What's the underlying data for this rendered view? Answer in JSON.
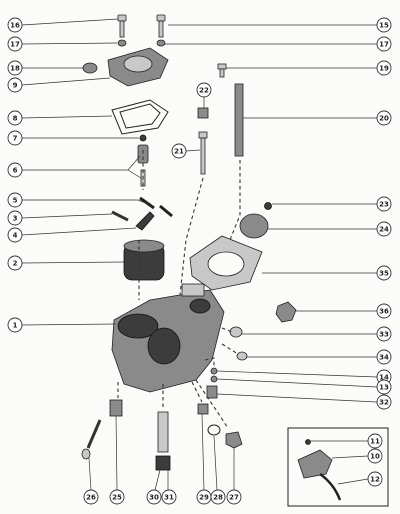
{
  "callouts": [
    {
      "id": "c16",
      "label": "16"
    },
    {
      "id": "c17a",
      "label": "17"
    },
    {
      "id": "c18",
      "label": "18"
    },
    {
      "id": "c9",
      "label": "9"
    },
    {
      "id": "c8",
      "label": "8"
    },
    {
      "id": "c7",
      "label": "7"
    },
    {
      "id": "c6",
      "label": "6"
    },
    {
      "id": "c5",
      "label": "5"
    },
    {
      "id": "c3",
      "label": "3"
    },
    {
      "id": "c4",
      "label": "4"
    },
    {
      "id": "c2",
      "label": "2"
    },
    {
      "id": "c1",
      "label": "1"
    },
    {
      "id": "c15",
      "label": "15"
    },
    {
      "id": "c17b",
      "label": "17"
    },
    {
      "id": "c19",
      "label": "19"
    },
    {
      "id": "c22",
      "label": "22"
    },
    {
      "id": "c20",
      "label": "20"
    },
    {
      "id": "c21",
      "label": "21"
    },
    {
      "id": "c23",
      "label": "23"
    },
    {
      "id": "c24",
      "label": "24"
    },
    {
      "id": "c35",
      "label": "35"
    },
    {
      "id": "c36",
      "label": "36"
    },
    {
      "id": "c33",
      "label": "33"
    },
    {
      "id": "c34",
      "label": "34"
    },
    {
      "id": "c14",
      "label": "14"
    },
    {
      "id": "c13",
      "label": "13"
    },
    {
      "id": "c32",
      "label": "32"
    },
    {
      "id": "c11",
      "label": "11"
    },
    {
      "id": "c10",
      "label": "10"
    },
    {
      "id": "c12",
      "label": "12"
    },
    {
      "id": "c26",
      "label": "26"
    },
    {
      "id": "c25",
      "label": "25"
    },
    {
      "id": "c30",
      "label": "30"
    },
    {
      "id": "c31",
      "label": "31"
    },
    {
      "id": "c29",
      "label": "29"
    },
    {
      "id": "c28",
      "label": "28"
    },
    {
      "id": "c27",
      "label": "27"
    }
  ]
}
